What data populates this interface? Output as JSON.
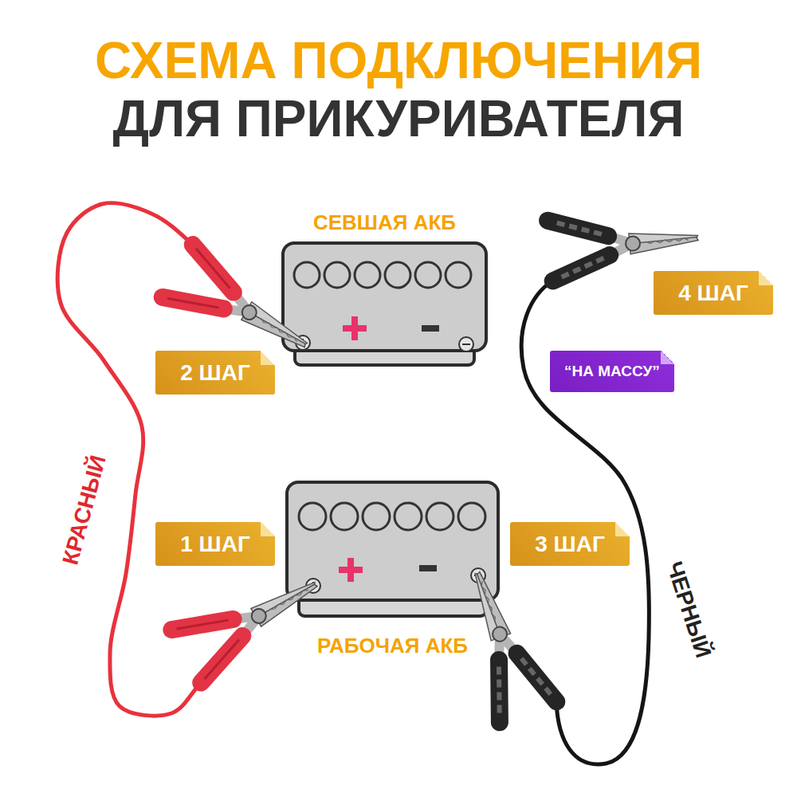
{
  "diagram": {
    "title": "СХЕМА ПОДКЛЮЧЕНИЯ ДЛЯ ПРИКУРИВАТЕЛЯ",
    "nodes": [
      {
        "text": [
          "СЕВШАЯ АКБ"
        ]
      },
      {
        "text": [
          "4 ШАГ"
        ]
      },
      {
        "text": [
          "2 ШАГ"
        ]
      },
      {
        "text": [
          "“НА МАССУ”"
        ]
      },
      {
        "text": [
          "РАБОЧАЯ АКБ"
        ]
      },
      {
        "text": [
          "1 ШАГ"
        ]
      },
      {
        "text": [
          "3 ШАГ"
        ]
      }
    ],
    "edges": [
      {
        "from": 4,
        "to": 0,
        "arrow": "none"
      }
    ],
    "labels": [
      "КРАСНЫЙ",
      "ЧЕРНЫЙ"
    ]
  }
}
